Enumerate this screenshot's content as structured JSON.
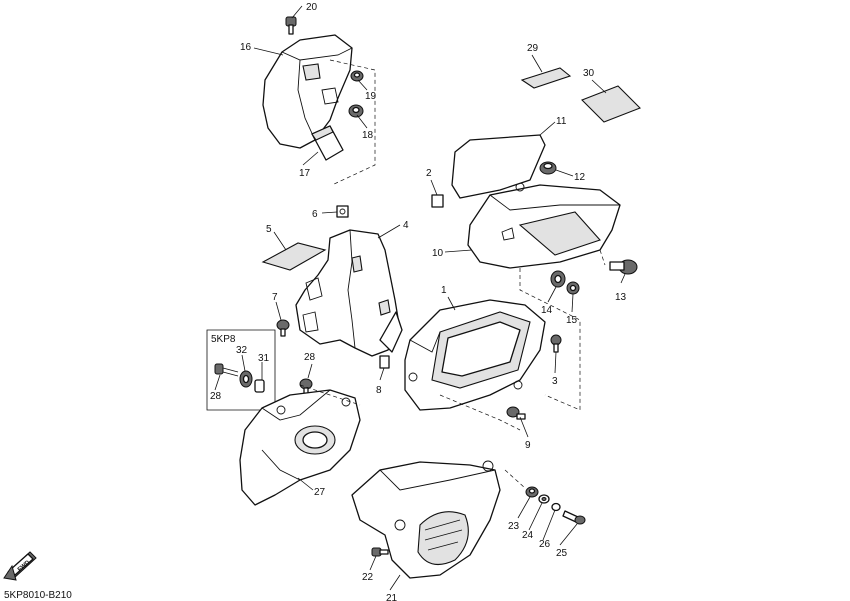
{
  "diagram_code": "5KP8010-B210",
  "variant_label": "5KP8",
  "fwd_label": "FWD",
  "callouts": [
    "1",
    "2",
    "3",
    "4",
    "5",
    "6",
    "7",
    "8",
    "9",
    "10",
    "11",
    "12",
    "13",
    "14",
    "15",
    "16",
    "17",
    "18",
    "19",
    "20",
    "21",
    "22",
    "23",
    "24",
    "25",
    "26",
    "27",
    "28",
    "28",
    "29",
    "30",
    "31",
    "32"
  ]
}
